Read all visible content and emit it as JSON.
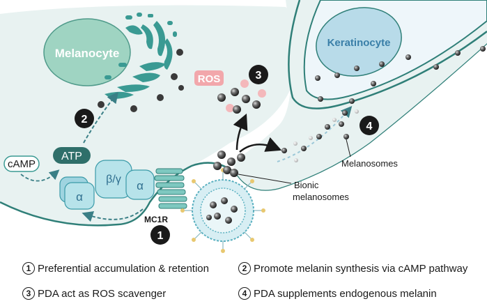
{
  "labels": {
    "melanocyte": "Melanocyte",
    "keratinocyte": "Keratinocyte",
    "ros": "ROS",
    "camp": "cAMP",
    "atp": "ATP",
    "beta_gamma": "β/γ",
    "alpha_1": "α",
    "alpha_2": "α",
    "mc1r": "MC1R",
    "melanosomes": "Melanosomes",
    "bionic_melanosomes_1": "Bionic",
    "bionic_melanosomes_2": "melanosomes"
  },
  "steps": [
    "1",
    "2",
    "3",
    "4"
  ],
  "legend": [
    {
      "num": "1",
      "text": "Preferential accumulation & retention"
    },
    {
      "num": "2",
      "text": "Promote melanin synthesis via cAMP pathway"
    },
    {
      "num": "3",
      "text": "PDA act as ROS scavenger"
    },
    {
      "num": "4",
      "text": "PDA supplements endogenous melanin"
    }
  ],
  "colors": {
    "membrane": "#2f7f78",
    "cell_fill": "#e8f2f1",
    "melanocyte_fill": "#9fd4c2",
    "keratinocyte_fill": "#b8dbe9",
    "receptor_fill": "#b7e3ea",
    "ros_fill": "#f2a7ab",
    "particle": "#3a3a3a"
  }
}
